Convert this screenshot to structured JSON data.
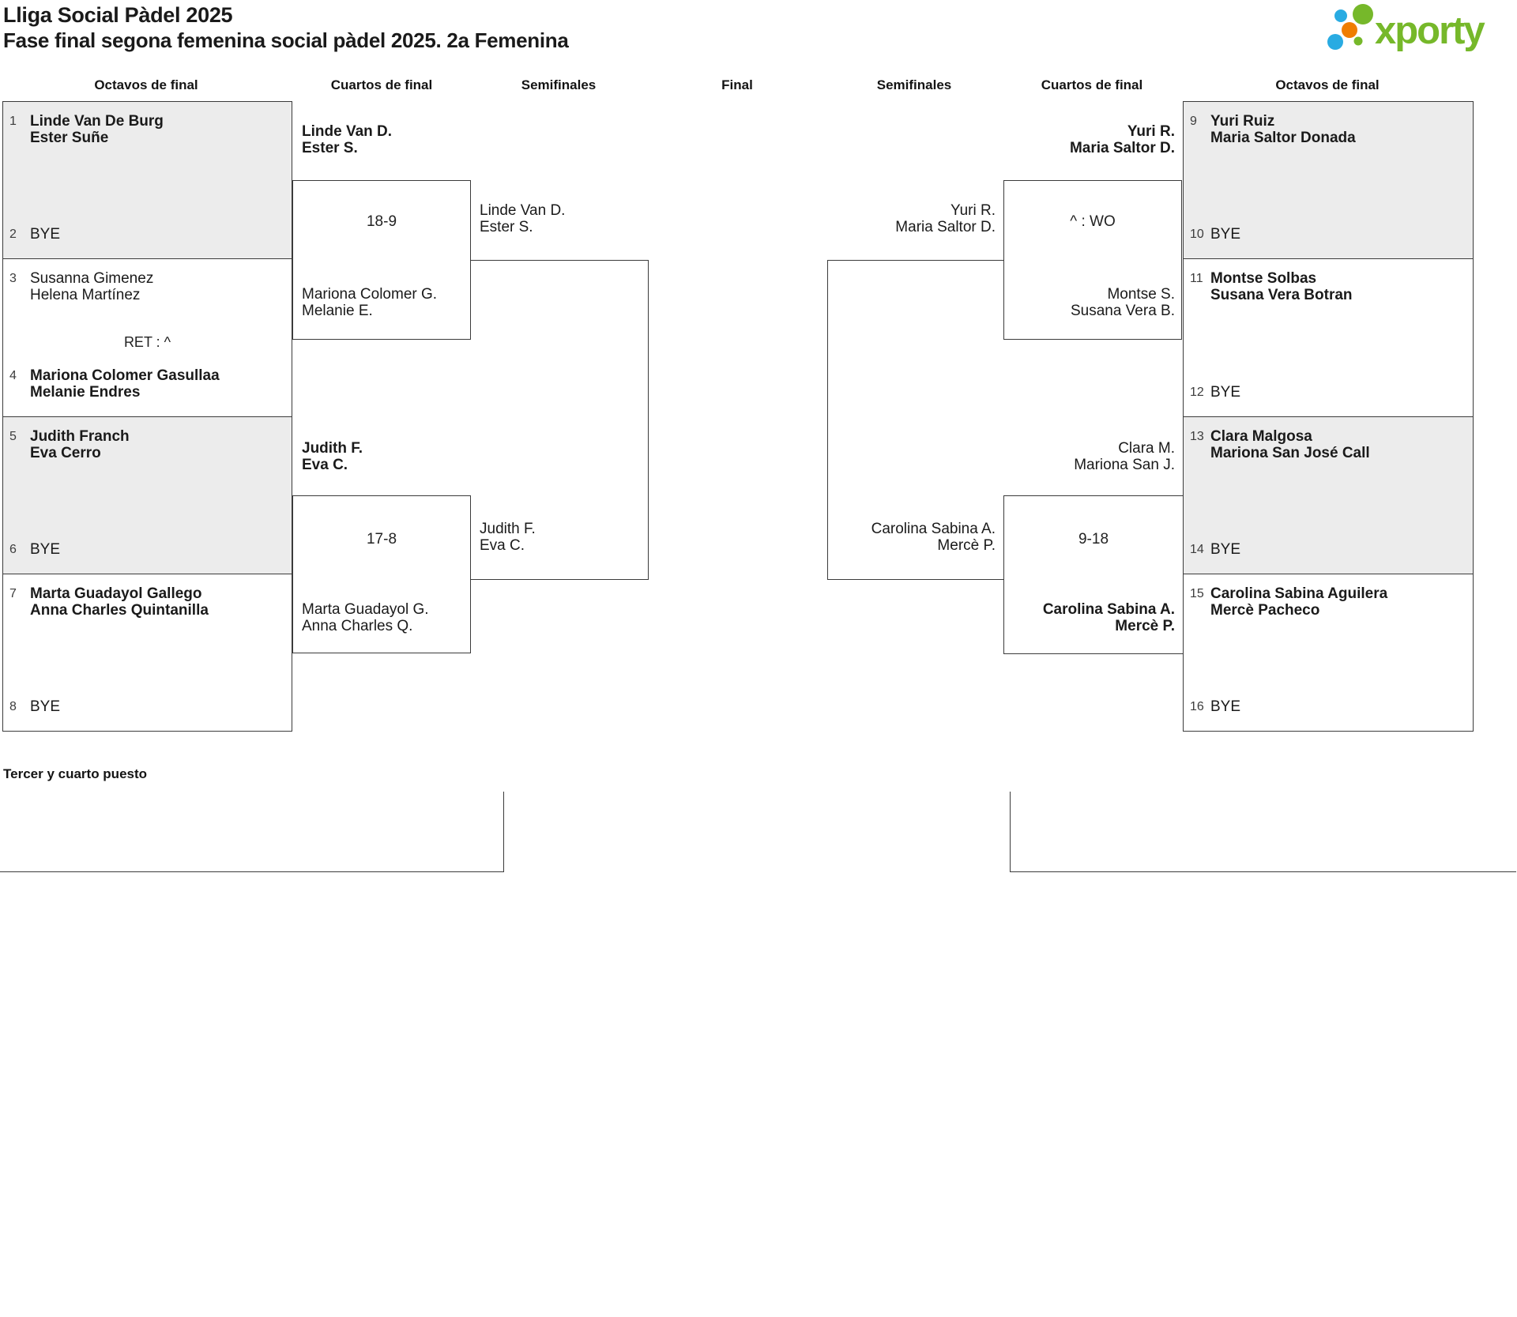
{
  "title": "Lliga Social Pàdel 2025",
  "subtitle": "Fase final segona femenina social pàdel 2025. 2a Femenina",
  "logo": {
    "text": "xporty",
    "green": "#76b82a",
    "blue": "#29abe2",
    "orange": "#ef7d00"
  },
  "headers": [
    "Octavos de final",
    "Cuartos de final",
    "Semifinales",
    "Final",
    "Semifinales",
    "Cuartos de final",
    "Octavos de final"
  ],
  "third_place": {
    "label": "Tercer y cuarto puesto"
  },
  "octavos": {
    "m1": {
      "seed_top": "1",
      "team_top": [
        "Linde Van De Burg",
        "Ester Suñe"
      ],
      "seed_bottom": "2",
      "team_bottom": [
        "BYE"
      ],
      "note": ""
    },
    "m2": {
      "seed_top": "3",
      "team_top": [
        "Susanna Gimenez",
        "Helena Martínez"
      ],
      "seed_bottom": "4",
      "team_bottom": [
        "Mariona Colomer Gasullaa",
        "Melanie Endres"
      ],
      "note": "RET : ^"
    },
    "m3": {
      "seed_top": "5",
      "team_top": [
        "Judith Franch",
        "Eva Cerro"
      ],
      "seed_bottom": "6",
      "team_bottom": [
        "BYE"
      ],
      "note": ""
    },
    "m4": {
      "seed_top": "7",
      "team_top": [
        "Marta Guadayol Gallego",
        "Anna Charles Quintanilla"
      ],
      "seed_bottom": "8",
      "team_bottom": [
        "BYE"
      ],
      "note": ""
    },
    "m5": {
      "seed_top": "9",
      "team_top": [
        "Yuri Ruiz",
        "Maria Saltor Donada"
      ],
      "seed_bottom": "10",
      "team_bottom": [
        "BYE"
      ],
      "note": ""
    },
    "m6": {
      "seed_top": "11",
      "team_top": [
        "Montse Solbas",
        "Susana Vera Botran"
      ],
      "seed_bottom": "12",
      "team_bottom": [
        "BYE"
      ],
      "note": ""
    },
    "m7": {
      "seed_top": "13",
      "team_top": [
        "Clara Malgosa",
        "Mariona San José Call"
      ],
      "seed_bottom": "14",
      "team_bottom": [
        "BYE"
      ],
      "note": ""
    },
    "m8": {
      "seed_top": "15",
      "team_top": [
        "Carolina Sabina Aguilera",
        "Mercè Pacheco"
      ],
      "seed_bottom": "16",
      "team_bottom": [
        "BYE"
      ],
      "note": ""
    }
  },
  "cuartos": {
    "q1": {
      "team_top": [
        "Linde Van D.",
        "Ester S."
      ],
      "score": "18-9",
      "team_bottom": [
        "Mariona Colomer G.",
        "Melanie E."
      ]
    },
    "q2": {
      "team_top": [
        "Judith F.",
        "Eva C."
      ],
      "score": "17-8",
      "team_bottom": [
        "Marta Guadayol G.",
        "Anna Charles Q."
      ]
    },
    "q3": {
      "team_top": [
        "Yuri R.",
        "Maria Saltor D."
      ],
      "score": "^ : WO",
      "team_bottom": [
        "Montse S.",
        "Susana Vera B."
      ]
    },
    "q4": {
      "team_top": [
        "Clara M.",
        "Mariona San J."
      ],
      "score": "9-18",
      "team_bottom": [
        "Carolina Sabina A.",
        "Mercè P."
      ]
    }
  },
  "semifinales": {
    "s1": {
      "team_top": [
        "Linde Van D.",
        "Ester S."
      ],
      "team_bottom": [
        "Judith F.",
        "Eva C."
      ]
    },
    "s2": {
      "team_top": [
        "Yuri R.",
        "Maria Saltor D."
      ],
      "team_bottom": [
        "Carolina Sabina A.",
        "Mercè P."
      ]
    }
  }
}
